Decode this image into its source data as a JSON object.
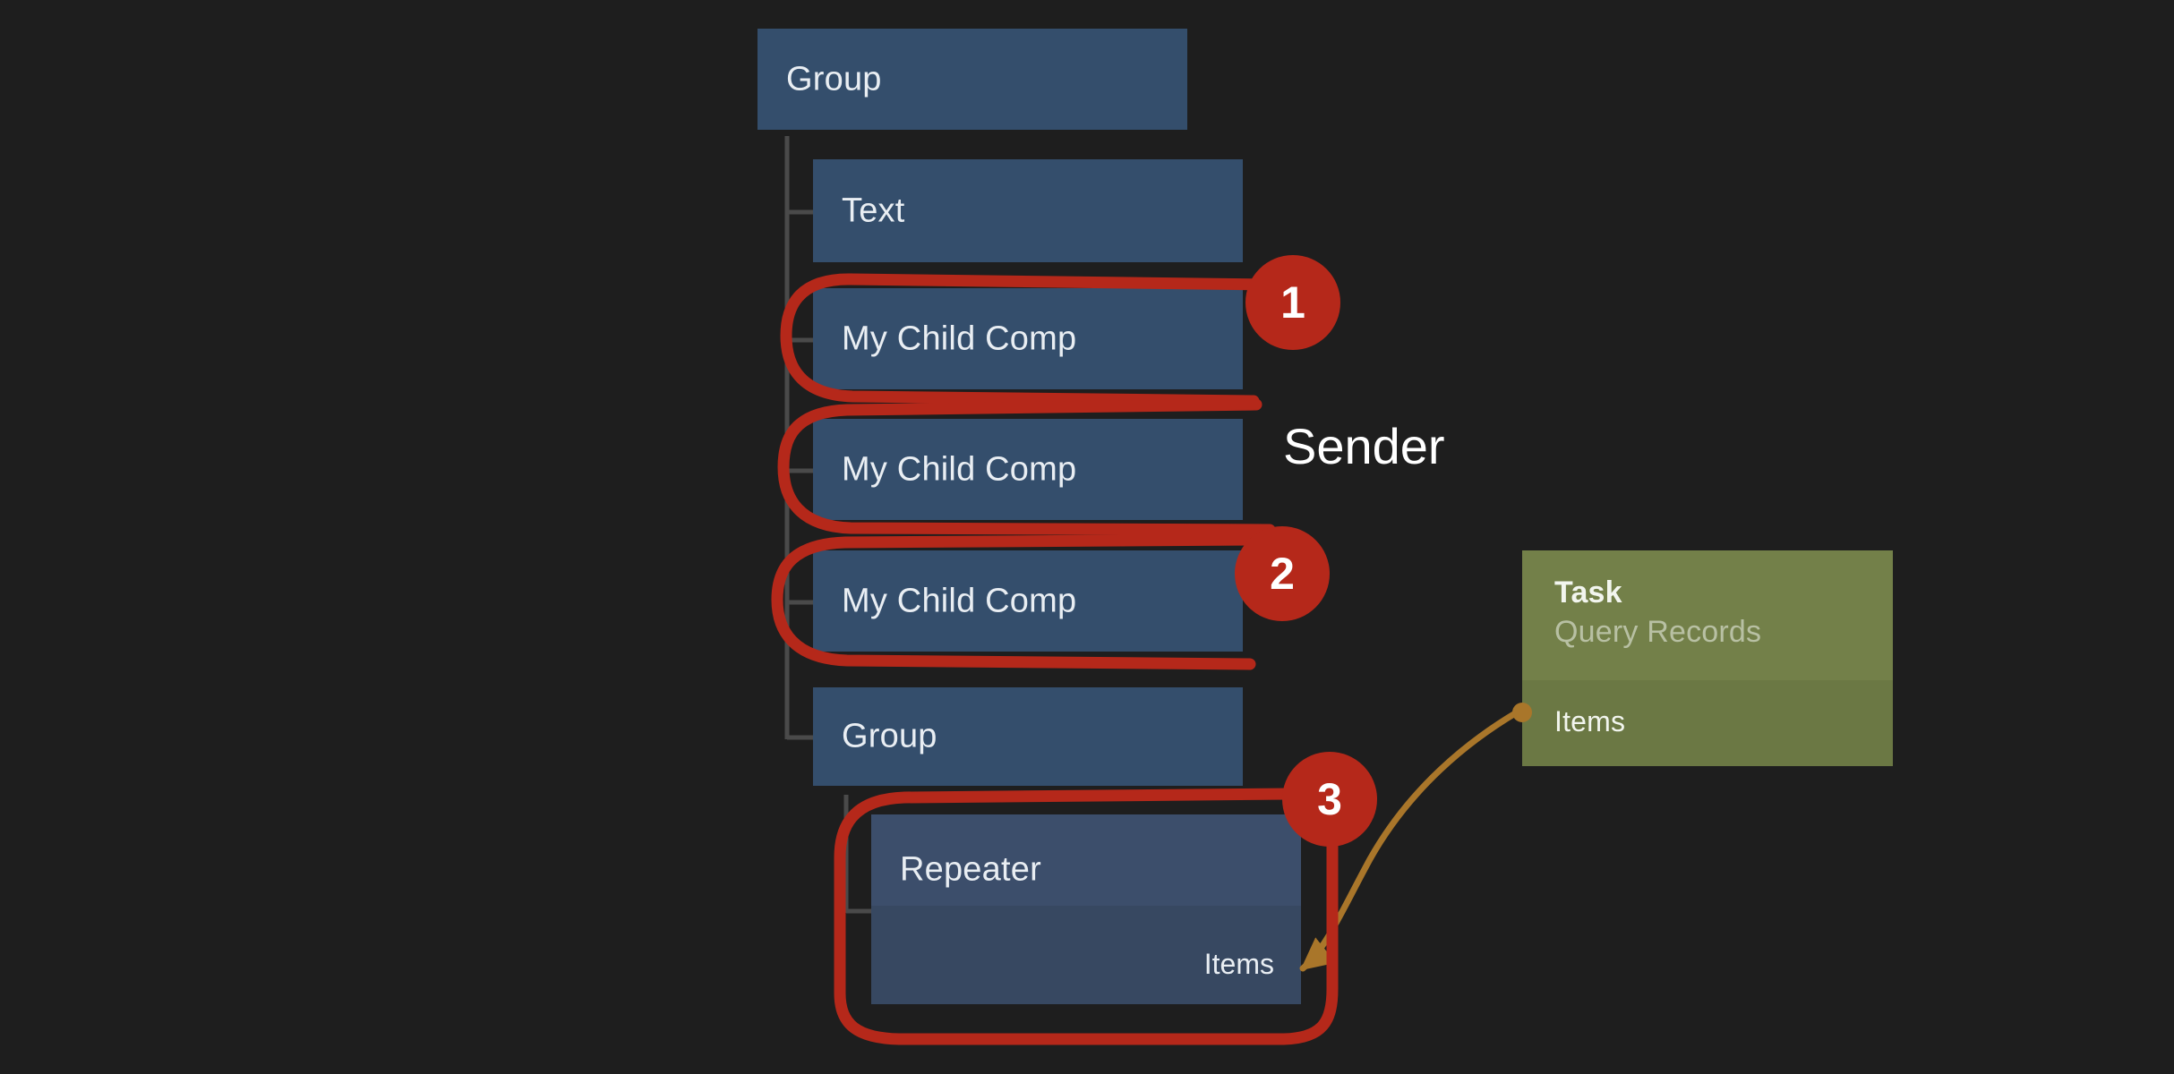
{
  "theme": {
    "background": "#1e1e1e",
    "node_blue": "#344e6c",
    "repeater_header": "#3c4e6b",
    "repeater_body": "#374861",
    "task_header_green": "#738049",
    "task_body_green": "#6b7844",
    "annotation_red": "#b5281a",
    "wire_gold": "#a9762a",
    "text_primary": "#e9eef3",
    "text_muted": "#b8c0a3",
    "tree_line": "#4a4a4a"
  },
  "tree": {
    "root": {
      "label": "Group"
    },
    "children": [
      {
        "label": "Text",
        "highlighted": false
      },
      {
        "label": "My Child Comp",
        "highlighted": true
      },
      {
        "label": "My Child Comp",
        "highlighted": true
      },
      {
        "label": "My Child Comp",
        "highlighted": true
      },
      {
        "label": "Group",
        "highlighted": false
      }
    ],
    "repeater": {
      "label": "Repeater",
      "port_label": "Items",
      "highlighted": true
    }
  },
  "task_panel": {
    "title": "Task",
    "subtitle": "Query Records",
    "row_label": "Items"
  },
  "annotations": {
    "sender_caption": "Sender",
    "badges": [
      {
        "number": "1",
        "target": "my-child-comp-group-upper"
      },
      {
        "number": "2",
        "target": "my-child-comp-third"
      },
      {
        "number": "3",
        "target": "repeater"
      }
    ]
  },
  "connection": {
    "from": "task.items",
    "to": "repeater.items",
    "color": "#a9762a",
    "has_arrowhead": true
  }
}
